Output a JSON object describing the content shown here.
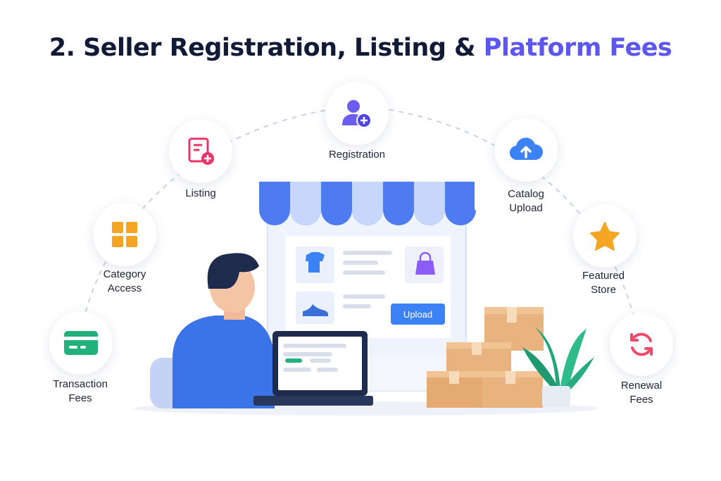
{
  "title": {
    "prefix": "2. Seller Registration, Listing & ",
    "accent": "Platform Fees"
  },
  "nodes": {
    "registration": {
      "label": "Registration",
      "icon": "user-plus-icon"
    },
    "listing": {
      "label": "Listing",
      "icon": "document-plus-icon"
    },
    "catalog_upload": {
      "line1": "Catalog",
      "line2": "Upload",
      "icon": "cloud-upload-icon"
    },
    "category_access": {
      "line1": "Category",
      "line2": "Access",
      "icon": "grid-icon"
    },
    "featured_store": {
      "line1": "Featured",
      "line2": "Store",
      "icon": "star-icon"
    },
    "transaction_fees": {
      "line1": "Transaction",
      "line2": "Fees",
      "icon": "card-icon"
    },
    "renewal_fees": {
      "line1": "Renewal",
      "line2": "Fees",
      "icon": "refresh-icon"
    }
  },
  "storefront": {
    "upload_label": "Upload"
  },
  "colors": {
    "accent": "#5b57f0",
    "awning_blue": "#4f7bf0",
    "awning_light": "#c7d6fb",
    "box": "#e8b37e"
  }
}
